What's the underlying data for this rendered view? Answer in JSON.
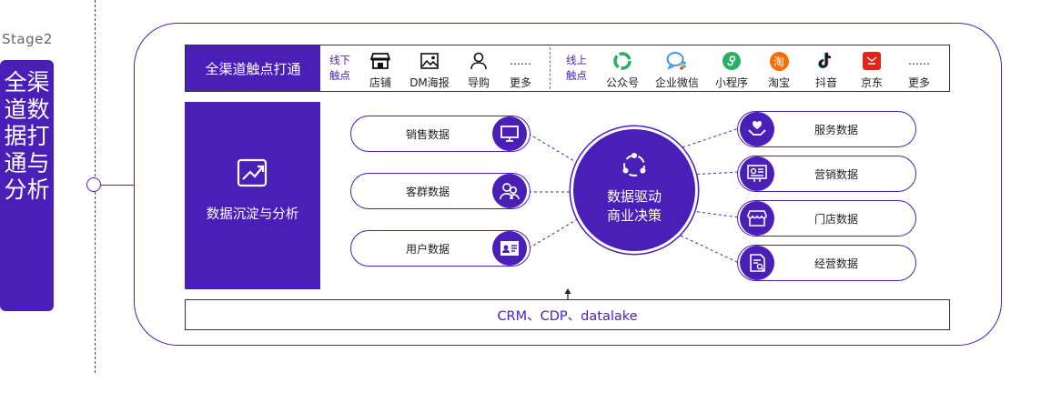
{
  "stage": {
    "label": "Stage2",
    "title": "全渠道数据打通与分析"
  },
  "touchpoints": {
    "title": "全渠道触点打通",
    "offline": {
      "label": [
        "线下",
        "触点"
      ],
      "items": [
        {
          "icon": "store-icon",
          "label": "店铺"
        },
        {
          "icon": "image-icon",
          "label": "DM海报"
        },
        {
          "icon": "person-icon",
          "label": "导购"
        },
        {
          "icon": "more-dots-icon",
          "symbol": "……",
          "label": "更多"
        }
      ]
    },
    "online": {
      "label": [
        "线上",
        "触点"
      ],
      "items": [
        {
          "icon": "wechat-official-icon",
          "label": "公众号"
        },
        {
          "icon": "wecom-icon",
          "label": "企业微信"
        },
        {
          "icon": "miniprogram-icon",
          "label": "小程序"
        },
        {
          "icon": "taobao-icon",
          "symbol": "淘",
          "label": "淘宝"
        },
        {
          "icon": "douyin-icon",
          "label": "抖音"
        },
        {
          "icon": "jd-icon",
          "label": "京东"
        },
        {
          "icon": "more-dots-icon",
          "symbol": "……",
          "label": "更多"
        }
      ]
    }
  },
  "analysis": {
    "icon": "trend-chart-icon",
    "label": "数据沉淀与分析"
  },
  "left_nodes": [
    {
      "label": "销售数据",
      "icon": "monitor-icon"
    },
    {
      "label": "客群数据",
      "icon": "people-group-icon"
    },
    {
      "label": "用户数据",
      "icon": "id-card-icon"
    }
  ],
  "center": {
    "line1": "数据驱动",
    "line2": "商业决策",
    "icon": "cycle-icon"
  },
  "right_nodes": [
    {
      "label": "服务数据",
      "icon": "heart-hands-icon"
    },
    {
      "label": "营销数据",
      "icon": "billboard-icon"
    },
    {
      "label": "门店数据",
      "icon": "storefront-icon"
    },
    {
      "label": "经营数据",
      "icon": "report-search-icon"
    }
  ],
  "foundation": {
    "label": "CRM、CDP、datalake"
  },
  "colors": {
    "primary": "#4a1fb8",
    "wechat_green": "#2aae67",
    "taobao_orange": "#ff6a00",
    "jd_red": "#e1251b",
    "wecom_blue": "#2f8fe8"
  }
}
